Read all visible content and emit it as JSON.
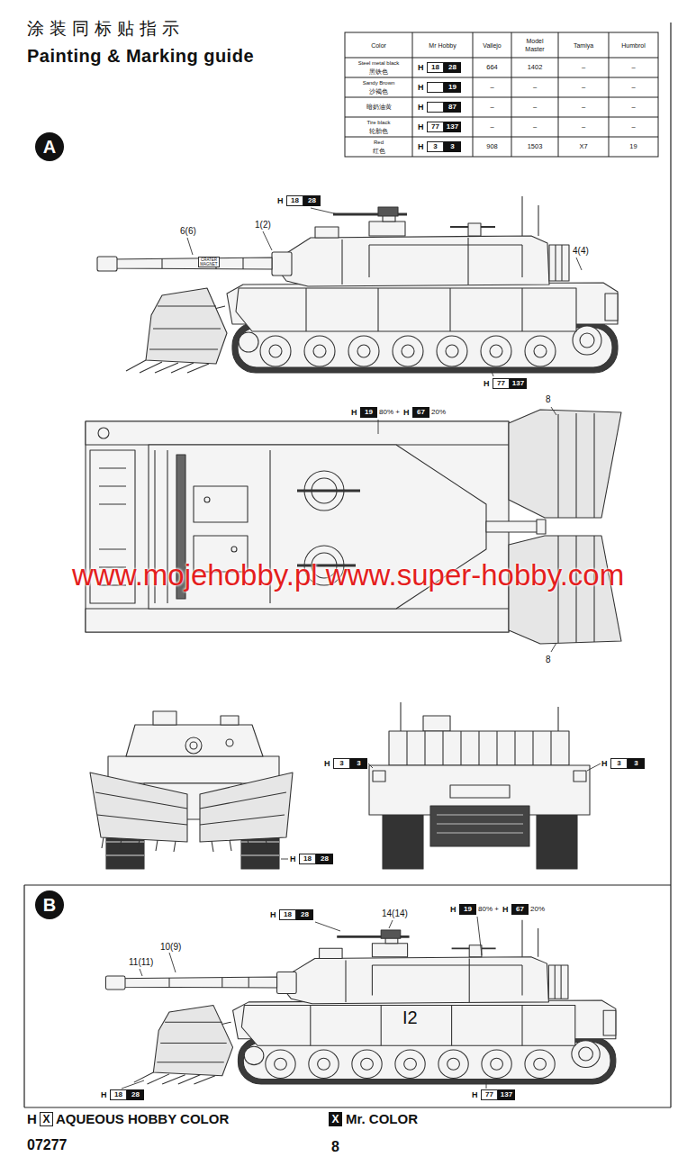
{
  "diagram": {
    "title": "Painting & Marking guide",
    "nodes": [
      {
        "text": [
          "A"
        ]
      },
      {
        "text": [
          "B"
        ]
      }
    ],
    "labels": [
      "涂装同标贴指示",
      "Color",
      "Mr Hobby",
      "Vallejo",
      "Model Master",
      "Tamiya",
      "Humbrol",
      "Steel metal black",
      "黑铁色",
      "H",
      "18",
      "28",
      "664",
      "1402",
      "–",
      "–",
      "Sandy Brown",
      "沙褐色",
      "H",
      "19",
      "–",
      "–",
      "–",
      "–",
      "暗奶油黄",
      "H",
      "87",
      "–",
      "–",
      "–",
      "–",
      "Tire black",
      "轮胎色",
      "H",
      "77",
      "137",
      "–",
      "–",
      "–",
      "–",
      "Red",
      "红色",
      "H",
      "3",
      "3",
      "908",
      "1503",
      "X7",
      "19",
      "H",
      "18",
      "28",
      "6(6)",
      "CRATER MAGNET",
      "1(2)",
      "4(4)",
      "H",
      "77",
      "137",
      "H",
      "19",
      "80% +",
      "H",
      "67",
      "20%",
      "8",
      "www.mojehobby.pl www.super-hobby.com",
      "8",
      "H",
      "3",
      "3",
      "H",
      "3",
      "3",
      "H",
      "18",
      "28",
      "H",
      "18",
      "28",
      "14(14)",
      "H",
      "19",
      "80% +",
      "H",
      "67",
      "20%",
      "10(9)",
      "11(11)",
      "I2",
      "H",
      "18",
      "28",
      "H",
      "77",
      "137",
      "H",
      "X",
      "X",
      "07277",
      "8"
    ],
    "legend": [
      {
        "text": "AQUEOUS HOBBY COLOR"
      },
      {
        "text": "Mr. COLOR"
      }
    ]
  }
}
